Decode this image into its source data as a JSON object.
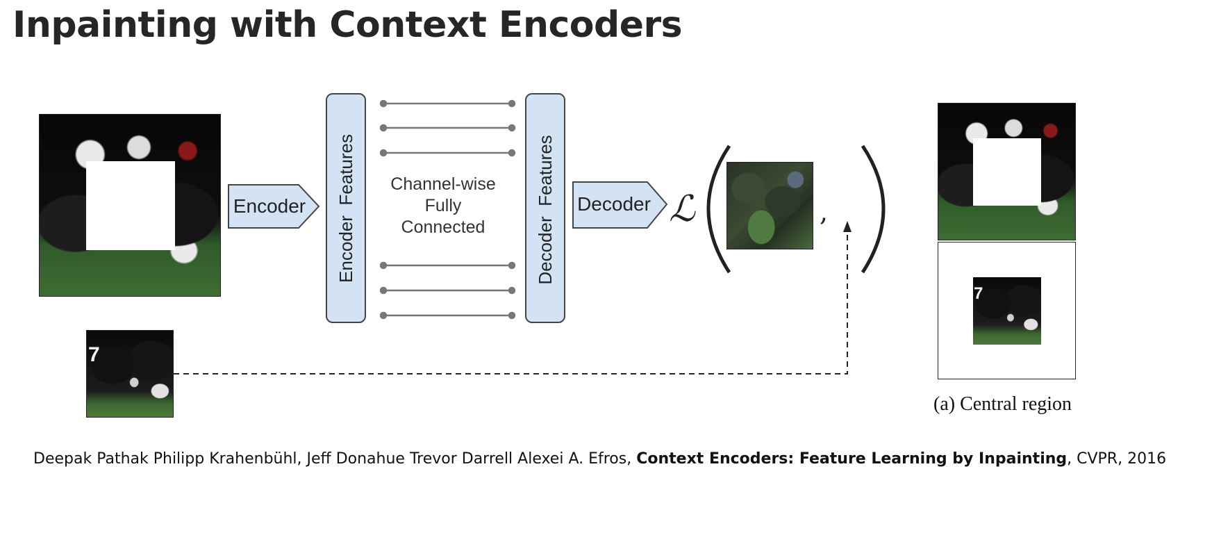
{
  "page": {
    "title": "Inpainting with Context Encoders"
  },
  "diagram": {
    "encoder_label": "Encoder",
    "decoder_label": "Decoder",
    "encoder_features_label": "Encoder  Features",
    "decoder_features_label": "Decoder  Features",
    "channel_wise": [
      "Channel-wise",
      "Fully",
      "Connected"
    ],
    "loss_symbol": "ℒ",
    "comma": ","
  },
  "figure": {
    "caption": "(a) Central region"
  },
  "citation": {
    "authors": "Deepak Pathak Philipp Krahenbühl, Jeff Donahue Trevor Darrell Alexei A. Efros, ",
    "paper_title": "Context Encoders: Feature Learning by Inpainting",
    "venue": ", CVPR, 2016"
  },
  "colors": {
    "box_fill": "#d4e3f3",
    "box_stroke": "#444444",
    "line": "#777777"
  }
}
